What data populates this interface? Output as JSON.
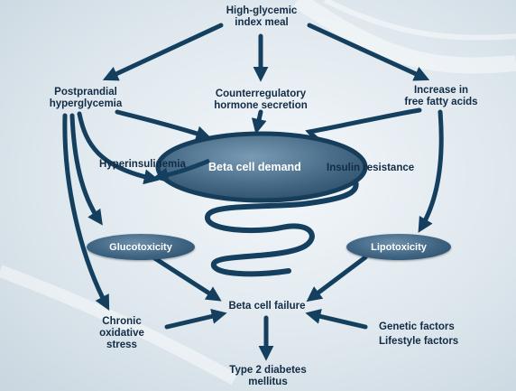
{
  "nodes": {
    "high_gi_meal": "High-glycemic\nindex meal",
    "postprandial": "Postprandial\nhyperglycemia",
    "counterregulatory": "Counterregulatory\nhormone secretion",
    "ffa": "Increase in\nfree fatty acids",
    "hyperinsulinemia": "Hyperinsulinemia",
    "beta_cell_demand": "Beta cell demand",
    "insulin_resistance": "Insulin resistance",
    "glucotoxicity": "Glucotoxicity",
    "lipotoxicity": "Lipotoxicity",
    "beta_cell_failure": "Beta cell failure",
    "oxidative_stress": "Chronic\noxidative\nstress",
    "genetic": "Genetic factors",
    "lifestyle": "Lifestyle factors",
    "t2dm": "Type 2 diabetes\nmellitus"
  },
  "colors": {
    "arrow": "#143f5e",
    "text": "#122c46",
    "ellipse": "#4b6f8b"
  }
}
